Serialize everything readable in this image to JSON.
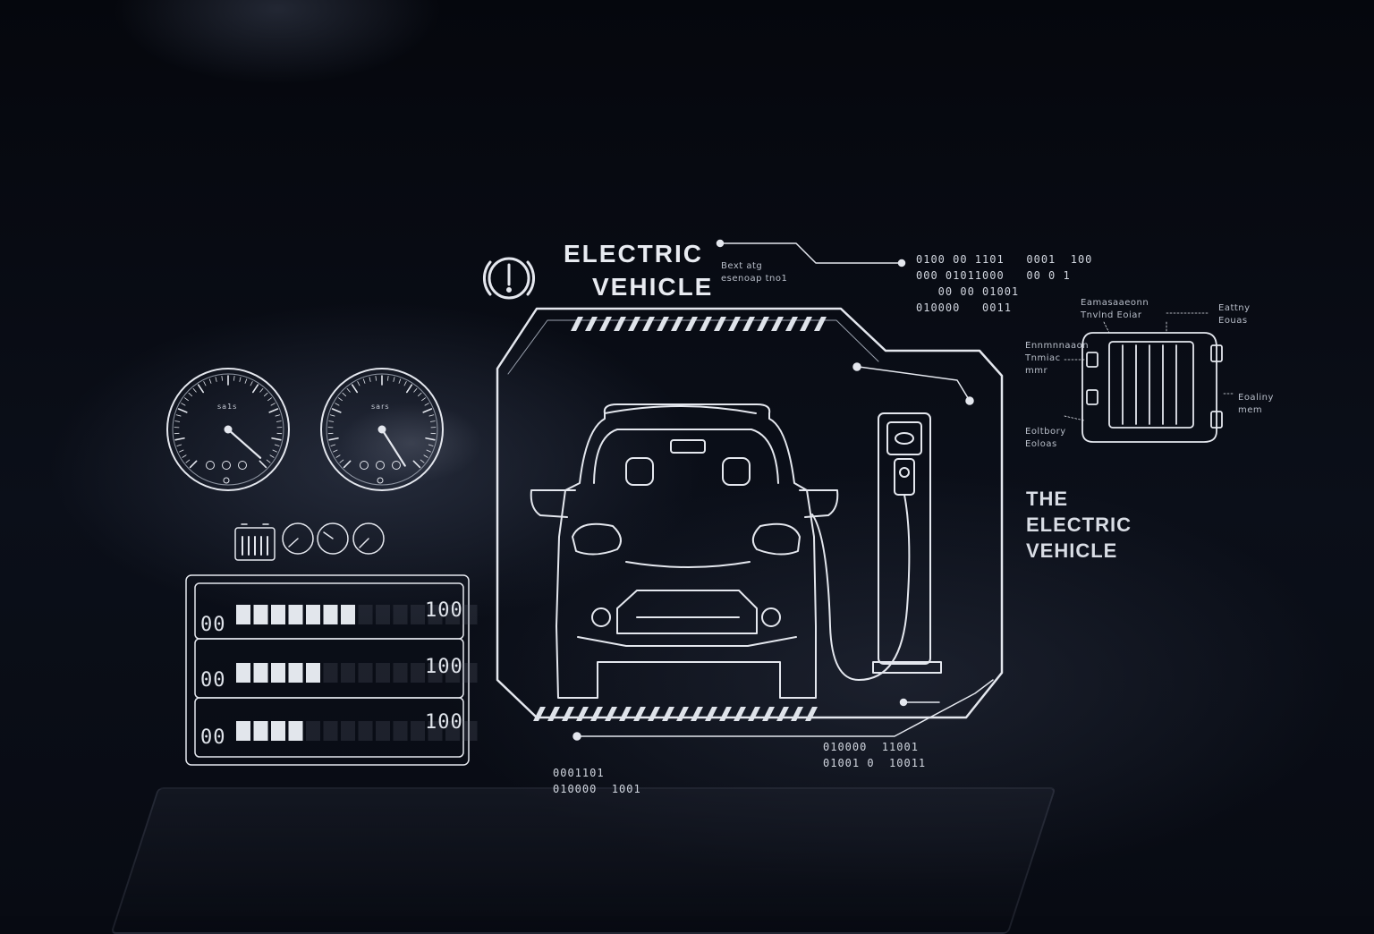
{
  "header": {
    "title_line1": "ELECTRIC",
    "title_line2": "VEHICLE",
    "caption_line1": "Bext atg",
    "caption_line2": "esenoap tno1"
  },
  "binary_top": [
    "0100 00 1101   0001  100",
    "000 01011000   00 0 1",
    "   00 00 01001",
    "010000   0011"
  ],
  "binary_bottom_left": [
    "0001101",
    "010000  1001"
  ],
  "binary_bottom_right": [
    "010000  11001",
    "01001 0  10011"
  ],
  "battery_callouts": {
    "top_left": [
      "Eamasaaeonn",
      "Tnvlnd Eoiar"
    ],
    "top_right": [
      "Eattny",
      "Eouas"
    ],
    "mid_left": [
      "Ennmnnaaon",
      "Tnmiac",
      "mmr"
    ],
    "mid_right": [
      "Eoaliny",
      "mem"
    ],
    "bottom_left": [
      "Eoltbory",
      "Eoloas"
    ]
  },
  "side_title": [
    "THE",
    "ELECTRIC",
    "VEHICLE"
  ],
  "gauges": [
    {
      "label": "sa1s",
      "needle_value": 0.32
    },
    {
      "label": "sars",
      "needle_value": 0.38
    }
  ],
  "meters": [
    {
      "min_label": "00",
      "max_label": "100",
      "level": 0.5
    },
    {
      "min_label": "00",
      "max_label": "100",
      "level": 0.36
    },
    {
      "min_label": "00",
      "max_label": "100",
      "level": 0.25
    }
  ],
  "icons": [
    "warning-indicator-icon",
    "battery-icon",
    "mini-gauge-icon",
    "car-outline-icon",
    "charging-station-icon",
    "battery-pack-icon"
  ],
  "colors": {
    "line": "#e4e7ee",
    "dim": "#6d7483",
    "background": "#070a12"
  }
}
